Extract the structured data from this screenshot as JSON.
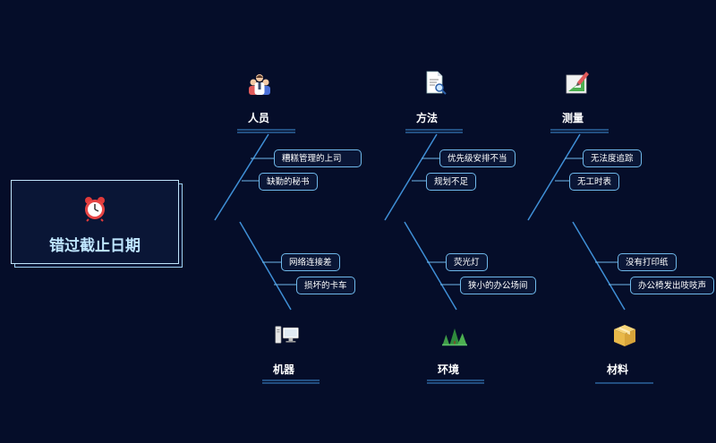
{
  "head": {
    "title": "错过截止日期",
    "icon": "alarm-clock-icon"
  },
  "categories": [
    {
      "name": "人员",
      "icon": "people-icon",
      "causes": [
        "糟糕管理的上司",
        "缺勤的秘书"
      ]
    },
    {
      "name": "方法",
      "icon": "document-search-icon",
      "causes": [
        "优先级安排不当",
        "规划不足"
      ]
    },
    {
      "name": "测量",
      "icon": "measurement-icon",
      "causes": [
        "无法度追踪",
        "无工时表"
      ]
    },
    {
      "name": "机器",
      "icon": "computer-icon",
      "causes": [
        "网络连接差",
        "损坏的卡车"
      ]
    },
    {
      "name": "环境",
      "icon": "trees-icon",
      "causes": [
        "荧光灯",
        "狭小的办公场间"
      ]
    },
    {
      "name": "材料",
      "icon": "box-icon",
      "causes": [
        "没有打印纸",
        "办公椅发出吱吱声"
      ]
    }
  ],
  "colors": {
    "background": "#050d29",
    "line": "#3f8fd6",
    "box_border": "#6fb8ea",
    "title": "#bfe6ff"
  }
}
